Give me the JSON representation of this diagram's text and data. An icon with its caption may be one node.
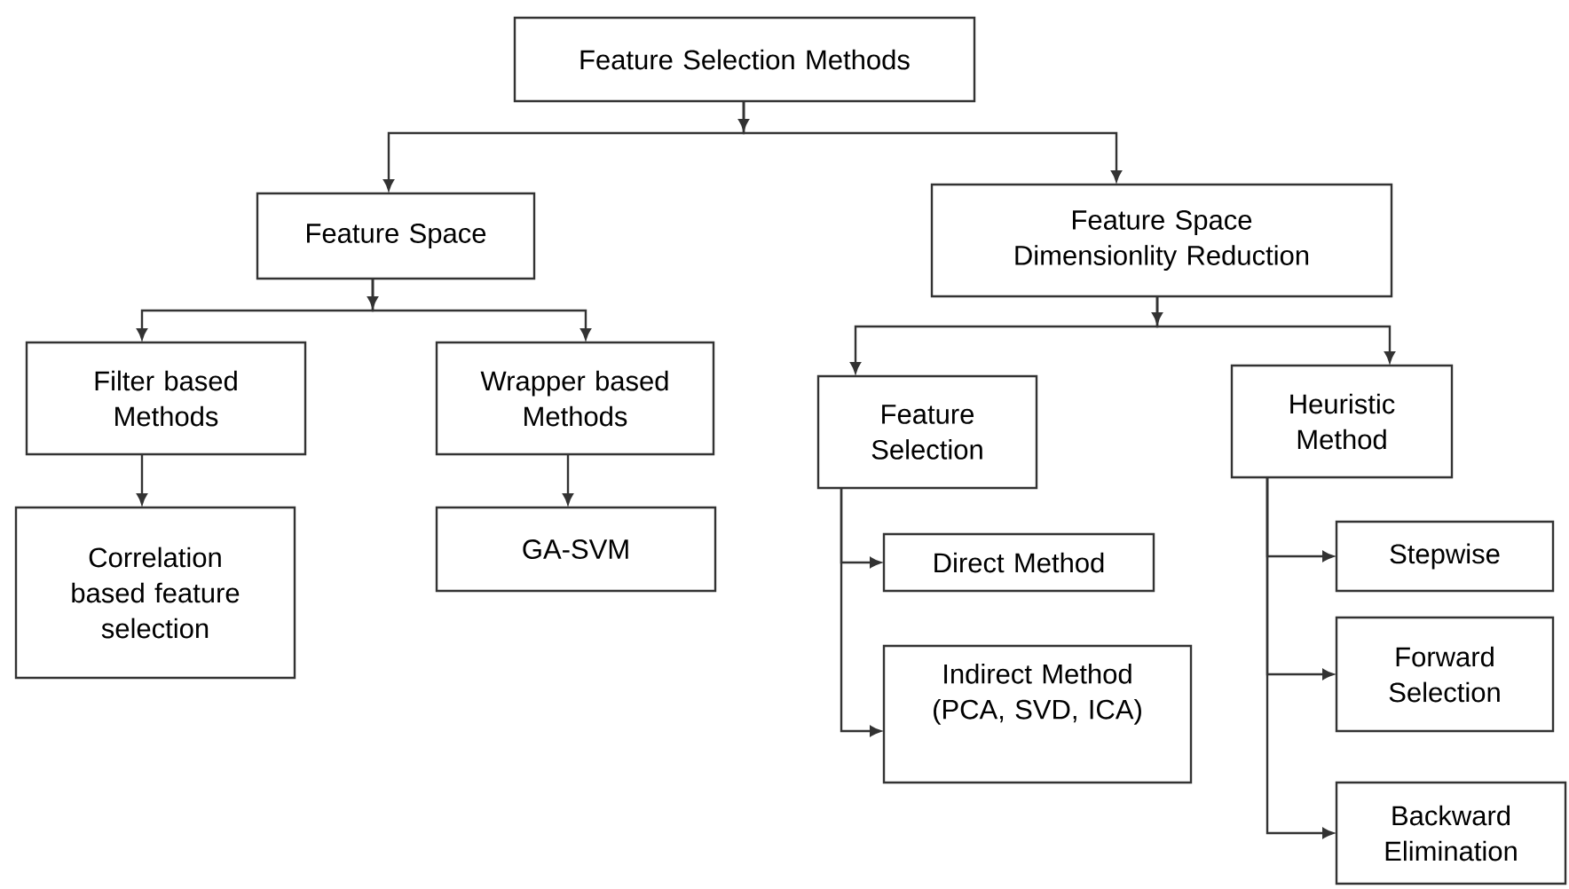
{
  "diagram": {
    "nodes": [
      {
        "text": [
          "Feature Selection Methods"
        ]
      },
      {
        "text": [
          "Feature Space"
        ]
      },
      {
        "text": [
          "Feature Space Dimensionlity Reduction"
        ]
      },
      {
        "text": [
          "Filter based Methods"
        ]
      },
      {
        "text": [
          "Wrapper based Methods"
        ]
      },
      {
        "text": [
          "Feature Selection"
        ]
      },
      {
        "text": [
          "Heuristic Method"
        ]
      },
      {
        "text": [
          "Correlation based feature selection"
        ]
      },
      {
        "text": [
          "GA-SVM"
        ]
      },
      {
        "text": [
          "Direct Method"
        ]
      },
      {
        "text": [
          "Indirect Method (PCA, SVD, ICA)"
        ]
      },
      {
        "text": [
          "Stepwise"
        ]
      },
      {
        "text": [
          "Forward Selection"
        ]
      },
      {
        "text": [
          "Backward Elimination"
        ]
      }
    ],
    "edges": [
      {
        "from": 0,
        "to": 1,
        "arrow": "to"
      },
      {
        "from": 0,
        "to": 2,
        "arrow": "to"
      },
      {
        "from": 1,
        "to": 3,
        "arrow": "to"
      },
      {
        "from": 1,
        "to": 4,
        "arrow": "to"
      },
      {
        "from": 2,
        "to": 5,
        "arrow": "to"
      },
      {
        "from": 2,
        "to": 6,
        "arrow": "to"
      },
      {
        "from": 3,
        "to": 7,
        "arrow": "to"
      },
      {
        "from": 4,
        "to": 8,
        "arrow": "to"
      },
      {
        "from": 5,
        "to": 9,
        "arrow": "to"
      },
      {
        "from": 5,
        "to": 10,
        "arrow": "to"
      },
      {
        "from": 6,
        "to": 11,
        "arrow": "to"
      },
      {
        "from": 6,
        "to": 12,
        "arrow": "to"
      },
      {
        "from": 6,
        "to": 13,
        "arrow": "to"
      }
    ]
  }
}
